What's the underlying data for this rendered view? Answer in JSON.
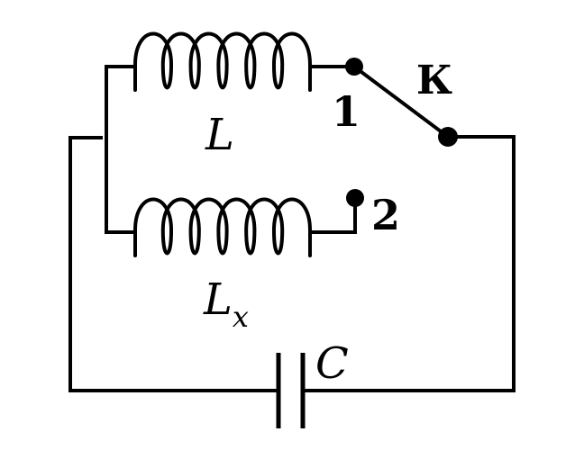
{
  "labels": {
    "inductor_l": "L",
    "inductor_lx_main": "L",
    "inductor_lx_sub": "x",
    "switch": "К",
    "contact_1": "1",
    "contact_2": "2",
    "capacitor": "C"
  },
  "colors": {
    "stroke": "#000000",
    "background": "#ffffff"
  }
}
